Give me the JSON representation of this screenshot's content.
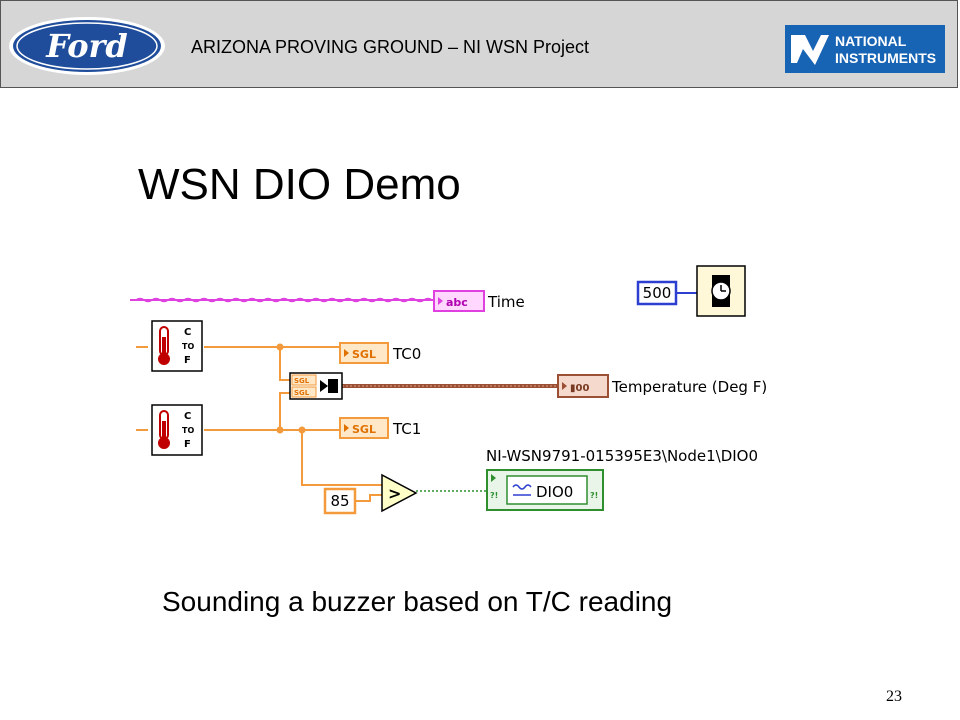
{
  "header": {
    "ford_logo": "Ford",
    "title": "ARIZONA PROVING GROUND – NI WSN Project",
    "ni_logo_line1": "NATIONAL",
    "ni_logo_line2": "INSTRUMENTS"
  },
  "slide": {
    "title": "WSN DIO Demo",
    "caption": "Sounding a buzzer based on T/C reading",
    "page_number": "23"
  },
  "diagram": {
    "time_indicator": "Time",
    "string_icon": "abc",
    "wait_value": "500",
    "converter_top": {
      "c": "C",
      "to": "TO",
      "f": "F"
    },
    "converter_bottom": {
      "c": "C",
      "to": "TO",
      "f": "F"
    },
    "sgl_label": "SGL",
    "tc0_label": "TC0",
    "tc1_label": "TC1",
    "build_array_top": "SGL",
    "build_array_bottom": "SGL",
    "temperature_label": "Temperature (Deg F)",
    "chart_icon": "▮00",
    "dio_path": "NI-WSN9791-015395E3\\Node1\\DIO0",
    "dio_label": "DIO0",
    "threshold_value": "85",
    "compare_symbol": ">",
    "error_in": "?!",
    "error_out": "?!"
  },
  "colors": {
    "orange_wire": "#f39a3c",
    "pink_wire": "#e040e0",
    "blue_wire": "#2d3fd0",
    "brown_wire": "#9b4f35",
    "green_wire": "#2f8f2f"
  }
}
